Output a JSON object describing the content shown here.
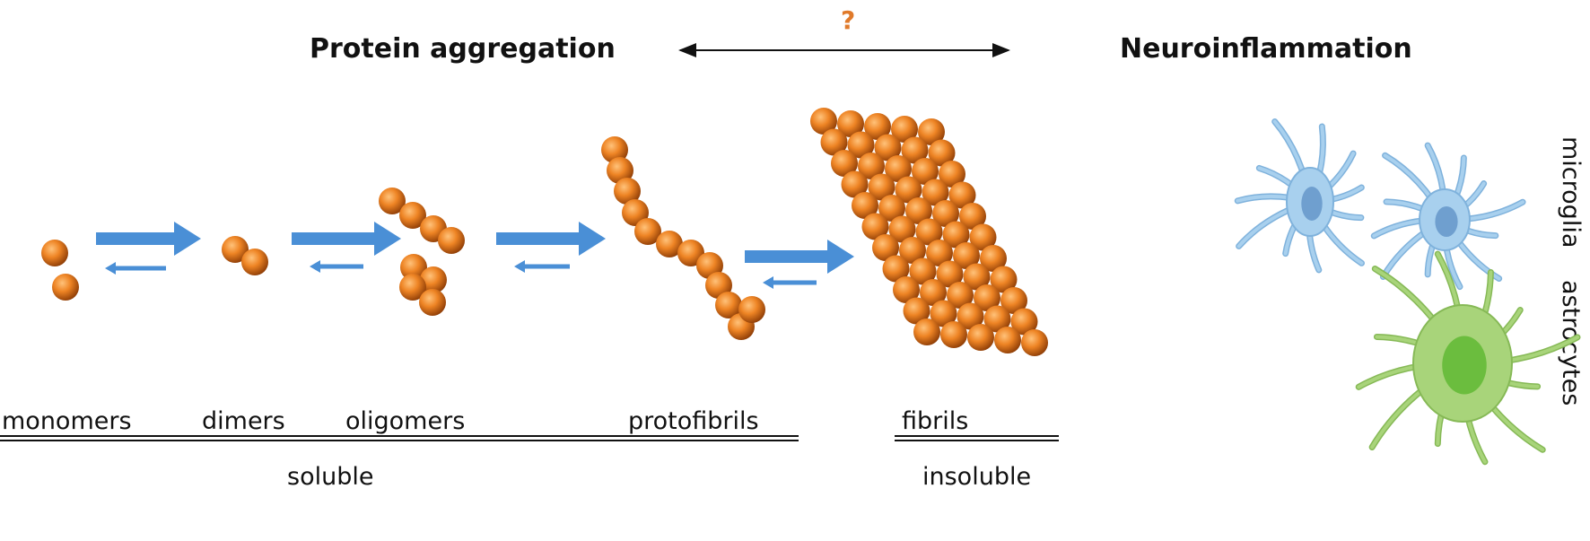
{
  "titles": {
    "left": "Protein aggregation",
    "right": "Neuroinflammation",
    "question": "?"
  },
  "stages": [
    "monomers",
    "dimers",
    "oligomers",
    "protofibrils",
    "fibrils"
  ],
  "groups": {
    "soluble": "soluble",
    "insoluble": "insoluble"
  },
  "cells": {
    "microglia": "microglia",
    "astrocytes": "astrocytes"
  },
  "colors": {
    "sphere": "#e8791e",
    "arrow": "#4a8fd6",
    "question": "#e07a2a",
    "microglia": "#a8d0ee",
    "astrocyte": "#a8d47a"
  }
}
